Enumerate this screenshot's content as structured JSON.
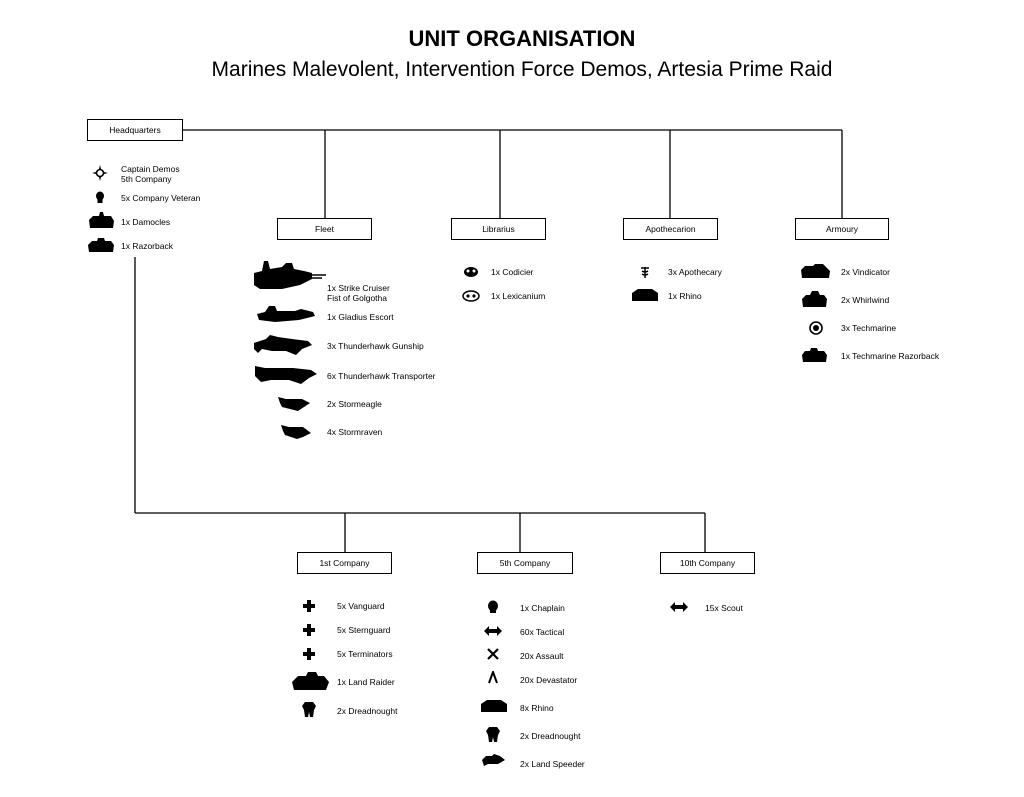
{
  "title": "UNIT ORGANISATION",
  "subtitle": "Marines Malevolent, Intervention Force Demos, Artesia Prime Raid",
  "units": {
    "headquarters": "Headquarters",
    "fleet": "Fleet",
    "librarius": "Librarius",
    "apothecarion": "Apothecarion",
    "armoury": "Armoury",
    "company_1": "1st Company",
    "company_5": "5th Company",
    "company_10": "10th Company"
  },
  "headquarters_items": [
    {
      "label": "Captain Demos",
      "label2": "5th Company",
      "icon": "captain-icon"
    },
    {
      "label": "5x Company Veteran",
      "icon": "veteran-icon"
    },
    {
      "label": "1x Damocles",
      "icon": "tank-icon"
    },
    {
      "label": "1x Razorback",
      "icon": "tank-icon"
    }
  ],
  "fleet_items": [
    {
      "label": "1x Strike Cruiser",
      "label2": "Fist of Golgotha",
      "icon": "cruiser-icon"
    },
    {
      "label": "1x Gladius Escort",
      "icon": "escort-icon"
    },
    {
      "label": "3x Thunderhawk Gunship",
      "icon": "gunship-icon"
    },
    {
      "label": "6x Thunderhawk Transporter",
      "icon": "transporter-icon"
    },
    {
      "label": "2x Stormeagle",
      "icon": "aircraft-icon"
    },
    {
      "label": "4x Stormraven",
      "icon": "aircraft-icon"
    }
  ],
  "librarius_items": [
    {
      "label": "1x Codicier",
      "icon": "codicier-icon"
    },
    {
      "label": "1x Lexicanium",
      "icon": "lexicanium-icon"
    }
  ],
  "apothecarion_items": [
    {
      "label": "3x Apothecary",
      "icon": "apothecary-icon"
    },
    {
      "label": "1x Rhino",
      "icon": "tank-icon"
    }
  ],
  "armoury_items": [
    {
      "label": "2x Vindicator",
      "icon": "tank-icon"
    },
    {
      "label": "2x Whirlwind",
      "icon": "tank-icon"
    },
    {
      "label": "3x Techmarine",
      "icon": "techmarine-icon"
    },
    {
      "label": "1x Techmarine Razorback",
      "icon": "tank-icon"
    }
  ],
  "company_1_items": [
    {
      "label": "5x Vanguard",
      "icon": "cross-icon"
    },
    {
      "label": "5x Sternguard",
      "icon": "cross-icon"
    },
    {
      "label": "5x Terminators",
      "icon": "cross-icon"
    },
    {
      "label": "1x Land Raider",
      "icon": "tank-icon"
    },
    {
      "label": "2x Dreadnought",
      "icon": "dreadnought-icon"
    }
  ],
  "company_5_items": [
    {
      "label": "1x Chaplain",
      "icon": "skull-icon"
    },
    {
      "label": "60x Tactical",
      "icon": "double-arrow-icon"
    },
    {
      "label": "20x Assault",
      "icon": "x-icon"
    },
    {
      "label": "20x Devastator",
      "icon": "chevron-icon"
    },
    {
      "label": "8x Rhino",
      "icon": "tank-icon"
    },
    {
      "label": "2x Dreadnought",
      "icon": "dreadnought-icon"
    },
    {
      "label": "2x Land Speeder",
      "icon": "speeder-icon"
    }
  ],
  "company_10_items": [
    {
      "label": "15x Scout",
      "icon": "double-arrow-icon"
    }
  ]
}
